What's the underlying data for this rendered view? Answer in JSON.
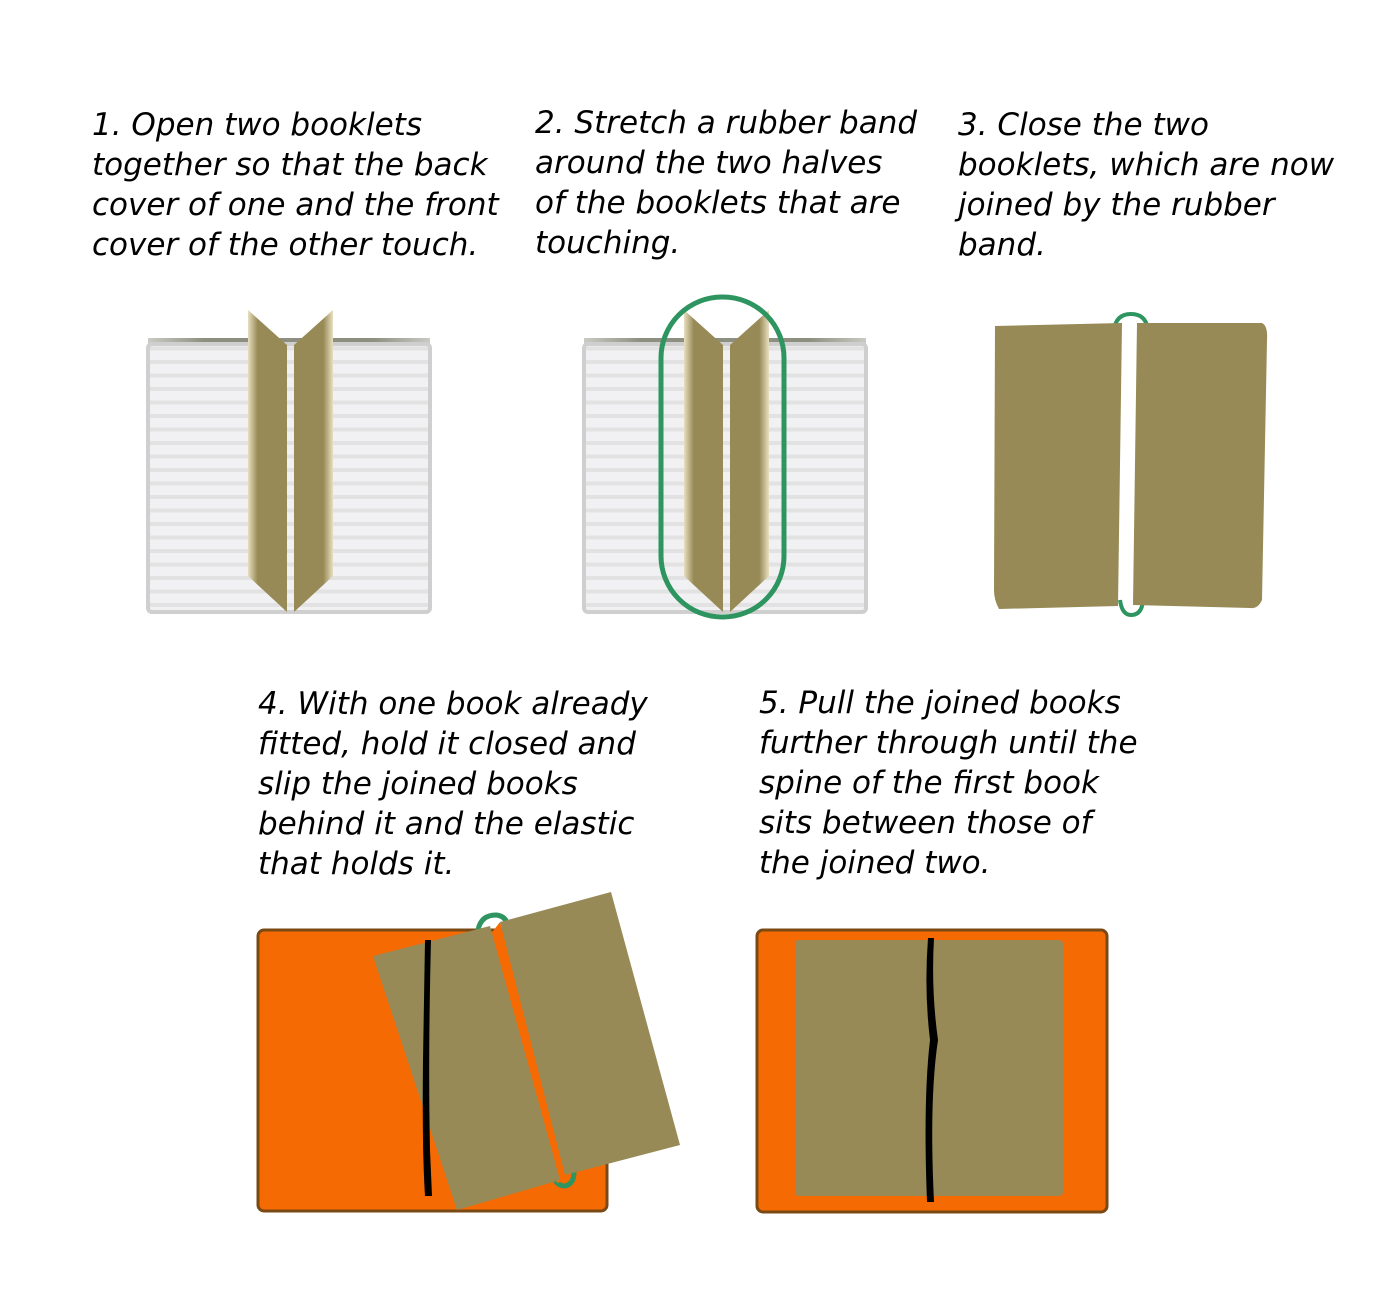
{
  "steps": [
    {
      "lines": [
        " 1. Open two booklets",
        "together so that the back",
        "cover of one and the front",
        "cover of the other touch."
      ]
    },
    {
      "lines": [
        "2. Stretch a rubber band",
        "around the two halves",
        "of the booklets that are",
        "touching."
      ]
    },
    {
      "lines": [
        "3. Close the two",
        "booklets, which are now",
        "joined by the rubber",
        "band."
      ]
    },
    {
      "lines": [
        "4. With one book already",
        "fitted, hold it closed and",
        "slip the joined books",
        "behind it and the elastic",
        "that holds it."
      ]
    },
    {
      "lines": [
        "5. Pull the joined books",
        "further through until the",
        "spine of the first book",
        "sits between those of",
        "the joined two."
      ]
    }
  ],
  "colors": {
    "cover": "#978a56",
    "band": "#2e9560",
    "orange_cover": "#f66a03",
    "elastic": "#000000",
    "pages": "#ececec"
  }
}
